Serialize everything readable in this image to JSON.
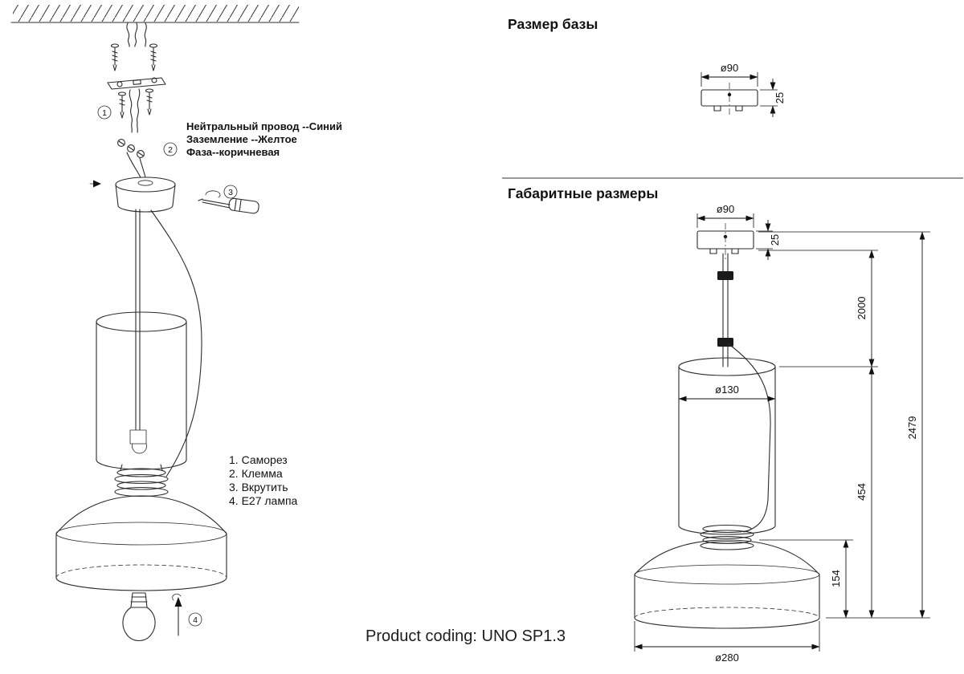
{
  "page": {
    "product_coding": "Product coding: UNO SP1.3"
  },
  "install_diagram": {
    "wire_labels": [
      "Нейтральный провод --Синий",
      "Заземление --Желтое",
      "Фаза--коричневая"
    ],
    "callouts": [
      "1",
      "2",
      "3",
      "4"
    ],
    "steps": [
      "1. Саморез",
      "2. Клемма",
      "3. Вкрутить",
      "4. E27 лампа"
    ]
  },
  "base_size": {
    "title": "Размер базы",
    "dim_diameter": "ø90",
    "dim_height": "25"
  },
  "overall_size": {
    "title": "Габаритные размеры",
    "dim_canopy_diameter": "ø90",
    "dim_canopy_height": "25",
    "dim_cable_length": "2000",
    "dim_body_diameter": "ø130",
    "dim_body_height": "454",
    "dim_bowl_height": "154",
    "dim_total_height": "2479",
    "dim_bowl_diameter": "ø280"
  }
}
